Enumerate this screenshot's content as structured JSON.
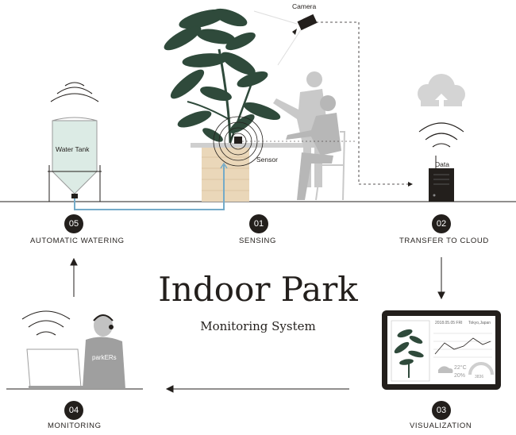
{
  "title": "Indoor Park",
  "subtitle": "Monitoring System",
  "steps": [
    {
      "num": "01",
      "label": "SENSING"
    },
    {
      "num": "02",
      "label": "TRANSFER TO CLOUD"
    },
    {
      "num": "03",
      "label": "VISUALIZATION"
    },
    {
      "num": "04",
      "label": "MONITORING"
    },
    {
      "num": "05",
      "label": "AUTOMATIC WATERING"
    }
  ],
  "callouts": {
    "camera": "Camera",
    "sensor": "Sensor",
    "data": "Data",
    "water_tank": "Water Tank",
    "shirt_text": "parkERs"
  },
  "tablet": {
    "date": "2018.05.05 FRI",
    "location": "Tokyo,Japan",
    "temp_value": "22°C",
    "humidity_value": "20%",
    "gauge_value": "3836"
  },
  "colors": {
    "ink": "#231f1c",
    "gray_figure": "#c9c9c9",
    "plant": "#2f4a3b",
    "wood": "#ead7b9",
    "water": "#dcebe5",
    "pipe": "#74abc9",
    "cloud": "#d4d4d4"
  }
}
